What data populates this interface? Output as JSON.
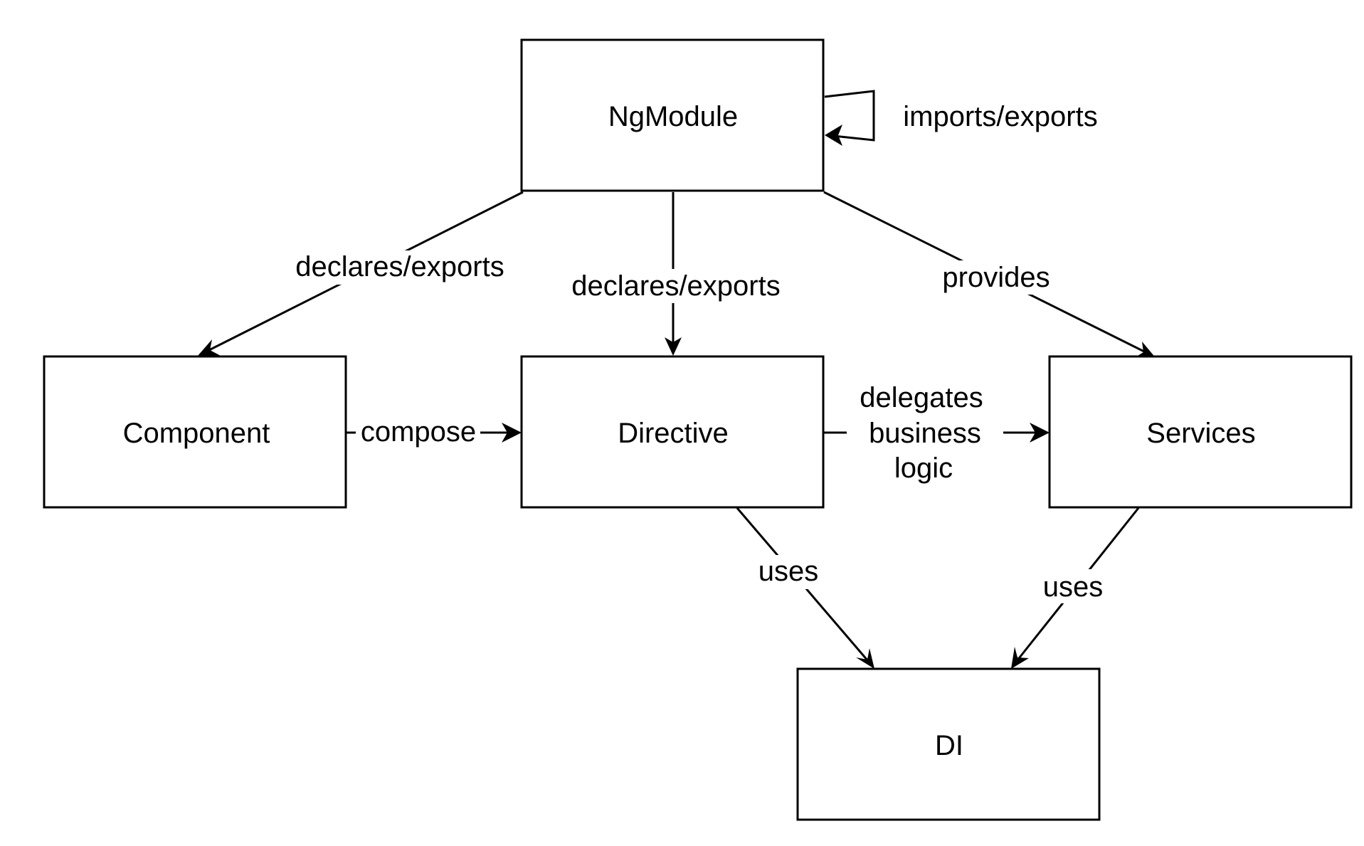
{
  "diagram": {
    "nodes": {
      "ngmodule": "NgModule",
      "component": "Component",
      "directive": "Directive",
      "services": "Services",
      "di": "DI"
    },
    "edges": {
      "self_loop": "imports/exports",
      "to_component": "declares/exports",
      "to_directive": "declares/exports",
      "to_services": "provides",
      "compose": "compose",
      "delegates": [
        "delegates",
        "business",
        "logic"
      ],
      "directive_uses": "uses",
      "services_uses": "uses"
    }
  }
}
